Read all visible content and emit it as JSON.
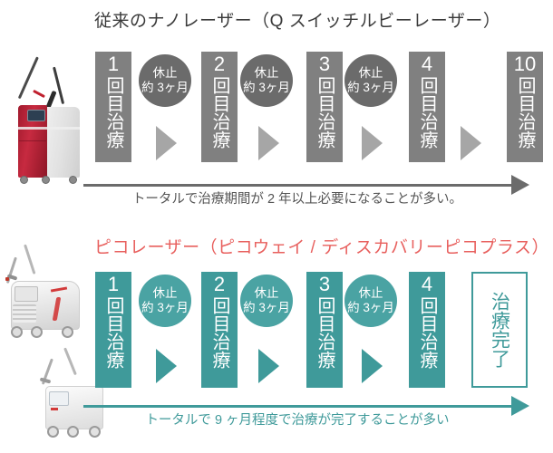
{
  "sections": [
    {
      "id": "nano",
      "title": "従来のナノレーザー（Q スイッチルビーレーザー）",
      "title_color": "#3a3a3a",
      "accent_color": "#808080",
      "circle_color": "#6b6b6b",
      "arrow_color": "#a6a6a6",
      "device_name": "red-nano-laser-machine",
      "steps": [
        {
          "num": "1",
          "label": "回目治療"
        },
        {
          "num": "2",
          "label": "回目治療"
        },
        {
          "num": "3",
          "label": "回目治療"
        },
        {
          "num": "4",
          "label": "回目治療"
        },
        {
          "num": "10",
          "label": "回目治療"
        }
      ],
      "pauses": [
        {
          "line1": "休止",
          "line2": "約 3ヶ月"
        },
        {
          "line1": "休止",
          "line2": "約 3ヶ月"
        },
        {
          "line1": "休止",
          "line2": "約 3ヶ月"
        }
      ],
      "summary_caption": "トータルで治療期間が 2 年以上必要になることが多い。",
      "summary_color": "#555555"
    },
    {
      "id": "pico",
      "title": "ピコレーザー（ピコウェイ / ディスカバリーピコプラス）",
      "title_color": "#e8605e",
      "accent_color": "#3f9a9a",
      "circle_color": "#4aa3a3",
      "arrow_color": "#3f9a9a",
      "device_name": "gray-pico-laser-machines",
      "steps": [
        {
          "num": "1",
          "label": "回目治療"
        },
        {
          "num": "2",
          "label": "回目治療"
        },
        {
          "num": "3",
          "label": "回目治療"
        },
        {
          "num": "4",
          "label": "回目治療"
        }
      ],
      "pauses": [
        {
          "line1": "休止",
          "line2": "約 3ヶ月"
        },
        {
          "line1": "休止",
          "line2": "約 3ヶ月"
        },
        {
          "line1": "休止",
          "line2": "約 3ヶ月"
        }
      ],
      "completion_label": "治療完了",
      "summary_caption": "トータルで 9 ヶ月程度で治療が完了することが多い",
      "summary_color": "#3f9a9a"
    }
  ]
}
